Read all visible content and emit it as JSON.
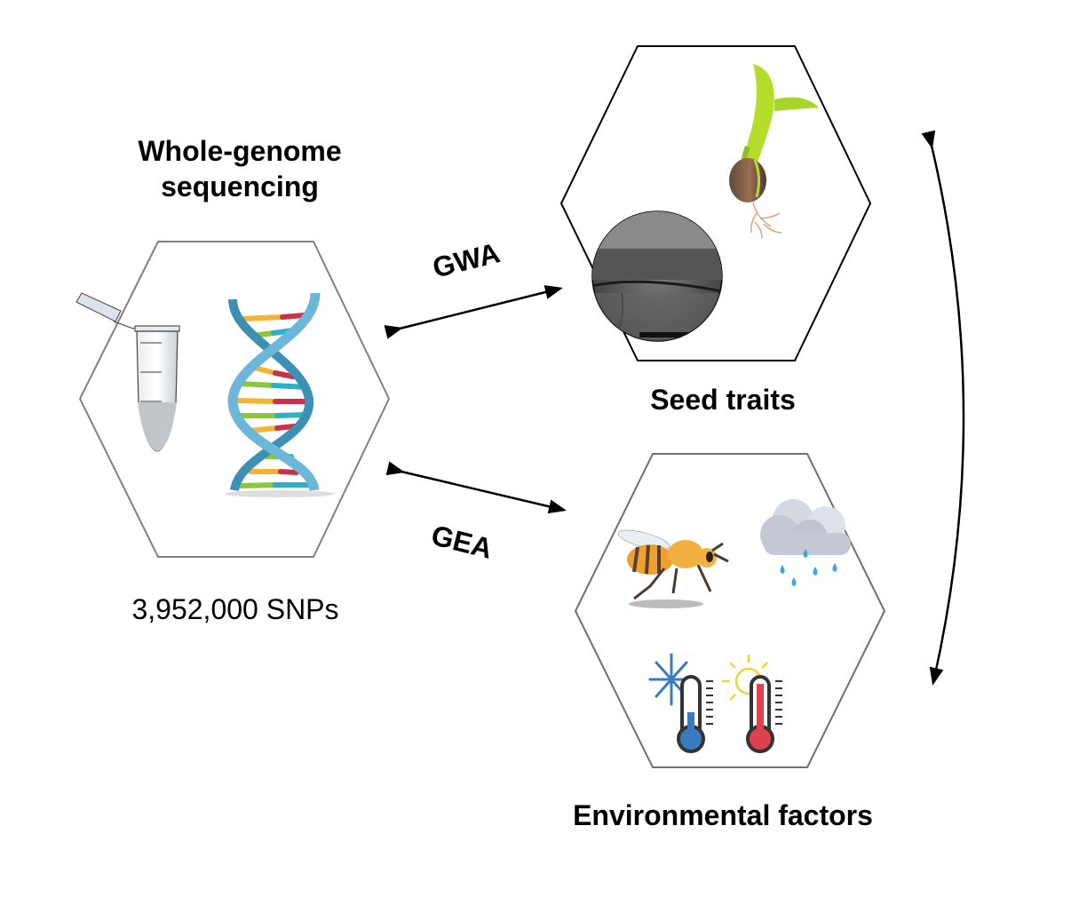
{
  "nodes": {
    "genome": {
      "title_line1": "Whole-genome",
      "title_line2": "sequencing",
      "caption": "3,952,000 SNPs",
      "icons": [
        "microcentrifuge-tube-icon",
        "dna-double-helix-icon"
      ]
    },
    "seed": {
      "title": "Seed traits",
      "icons": [
        "sprouting-seed-icon",
        "seed-coat-micrograph"
      ]
    },
    "environment": {
      "title": "Environmental factors",
      "icons": [
        "bee-icon",
        "rain-cloud-icon",
        "cold-thermometer-icon",
        "hot-thermometer-icon"
      ]
    }
  },
  "edges": {
    "gwa": {
      "label": "GWA",
      "from": "genome",
      "to": "seed",
      "direction": "bidirectional"
    },
    "gea": {
      "label": "GEA",
      "from": "genome",
      "to": "environment",
      "direction": "bidirectional"
    },
    "seed_env": {
      "label": "",
      "from": "seed",
      "to": "environment",
      "direction": "bidirectional"
    }
  },
  "colors": {
    "genome_hex_stroke": "#808080",
    "seed_hex_stroke": "#000000",
    "env_hex_stroke": "#707070",
    "arrow": "#000000",
    "dna_backbone": "#4a9fc4",
    "seedling_leaf": "#a6d42a",
    "seed_brown": "#7a5a45",
    "bee_orange": "#f0a030",
    "cloud": "#c0c6d2",
    "raindrop": "#3aa7e6",
    "cold_blue": "#3a7bc0",
    "hot_red": "#e04050",
    "sun_yellow": "#f2d23a"
  }
}
